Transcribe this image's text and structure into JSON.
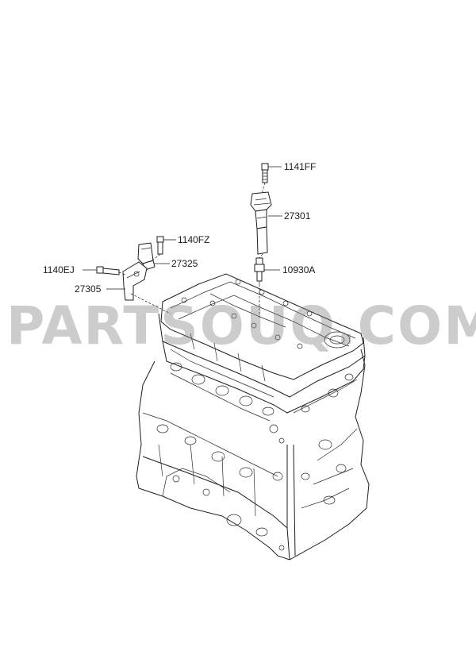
{
  "watermark": {
    "text": "PARTSOUQ.COM"
  },
  "parts": [
    {
      "id": "1141FF",
      "label": "1141FF"
    },
    {
      "id": "27301",
      "label": "27301"
    },
    {
      "id": "1140FZ",
      "label": "1140FZ"
    },
    {
      "id": "27325",
      "label": "27325"
    },
    {
      "id": "1140EJ",
      "label": "1140EJ"
    },
    {
      "id": "10930A",
      "label": "10930A"
    },
    {
      "id": "27305",
      "label": "27305"
    }
  ],
  "colors": {
    "line": "#1e1e1e",
    "background": "#ffffff",
    "watermark": "#787878"
  }
}
